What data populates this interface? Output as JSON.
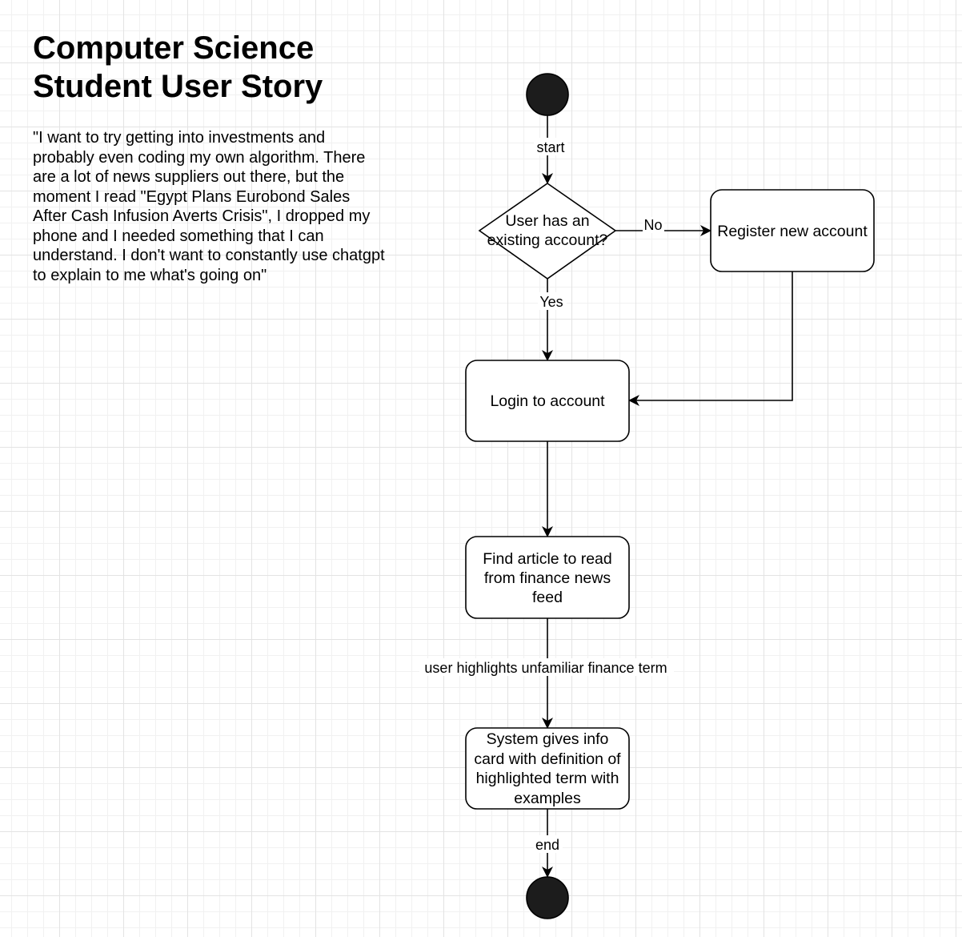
{
  "heading": {
    "line1": "Computer Science",
    "line2": "Student User Story"
  },
  "story": "\"I want to try getting into investments and probably even coding my own algorithm. There are a lot of news suppliers out there, but the moment I read \"Egypt Plans Eurobond Sales After Cash Infusion Averts Crisis\", I dropped my phone and I needed something that I can understand. I don't want to constantly use chatgpt to explain to me what's going on\"",
  "flow": {
    "decision": {
      "line1": "User has an",
      "line2": "existing account?"
    },
    "register": "Register new account",
    "login": "Login to account",
    "find_article": {
      "line1": "Find article to read",
      "line2": "from finance news",
      "line3": "feed"
    },
    "info_card": {
      "line1": "System gives info",
      "line2": "card with definition of",
      "line3": "highlighted term with",
      "line4": "examples"
    },
    "edges": {
      "start": "start",
      "no": "No",
      "yes": "Yes",
      "highlight": "user highlights unfamiliar finance term",
      "end": "end"
    }
  }
}
